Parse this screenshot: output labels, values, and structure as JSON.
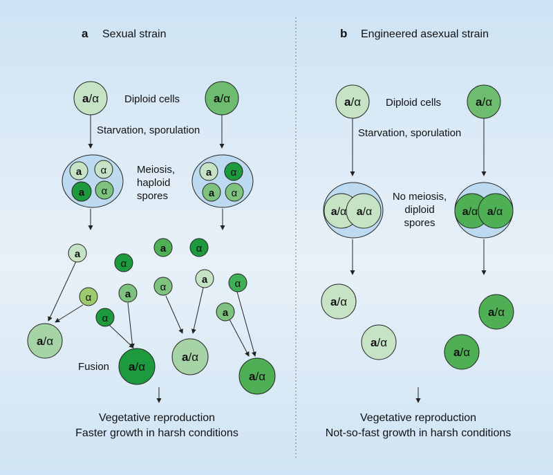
{
  "colors": {
    "bg_top": "#cde3f4",
    "bg_mid": "#e8f1f8",
    "pale": "#c6e4c5",
    "mid": "#7ec27f",
    "dark": "#3fae56",
    "darkest": "#1e9a3e",
    "spore_bg": "#bddaf0",
    "stroke": "#222222"
  },
  "panel_a": {
    "letter": "a",
    "title": "Sexual strain",
    "diploid_label": "Diploid cells",
    "starvation_label": "Starvation, sporulation",
    "meiosis_label_1": "Meiosis,",
    "meiosis_label_2": "haploid",
    "meiosis_label_3": "spores",
    "fusion_label": "Fusion",
    "result_1": "Vegetative reproduction",
    "result_2": "Faster growth in harsh conditions"
  },
  "panel_b": {
    "letter": "b",
    "title": "Engineered asexual strain",
    "diploid_label": "Diploid cells",
    "starvation_label": "Starvation, sporulation",
    "no_meiosis_1": "No meiosis,",
    "no_meiosis_2": "diploid",
    "no_meiosis_3": "spores",
    "result_1": "Vegetative reproduction",
    "result_2": "Not-so-fast growth in harsh conditions"
  },
  "cell_labels": {
    "a": "a",
    "alpha": "α",
    "diploid_a": "a",
    "diploid_sep": "/",
    "diploid_alpha": "α"
  }
}
